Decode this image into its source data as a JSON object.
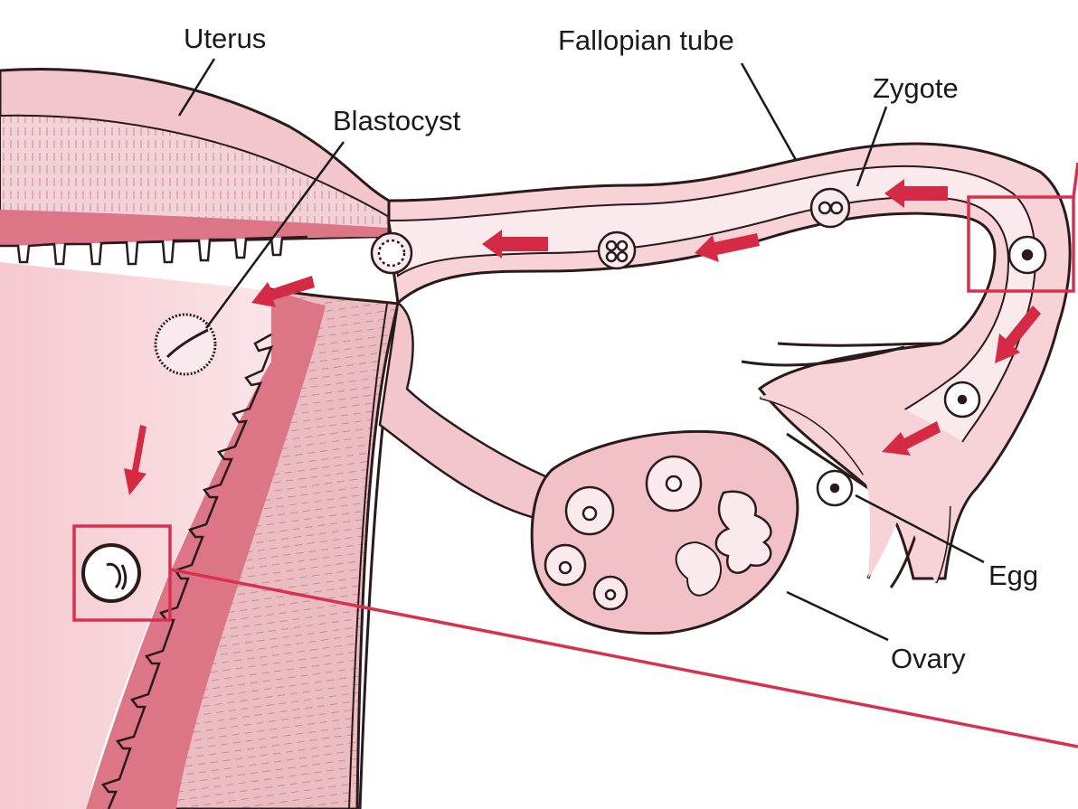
{
  "labels": {
    "uterus": "Uterus",
    "fallopian_tube": "Fallopian tube",
    "zygote": "Zygote",
    "blastocyst": "Blastocyst",
    "egg": "Egg",
    "ovary": "Ovary"
  },
  "colors": {
    "tissue_light": "#f7dde0",
    "tissue_mid": "#eeb4bc",
    "tissue_dark": "#d96f80",
    "lumen": "#fbeaec",
    "arrow": "#d42a45",
    "highlight_box": "#d8314f",
    "outline": "#2a1a1c"
  },
  "icons": [
    "movement-arrow-icon",
    "cell-icon",
    "highlight-box"
  ]
}
